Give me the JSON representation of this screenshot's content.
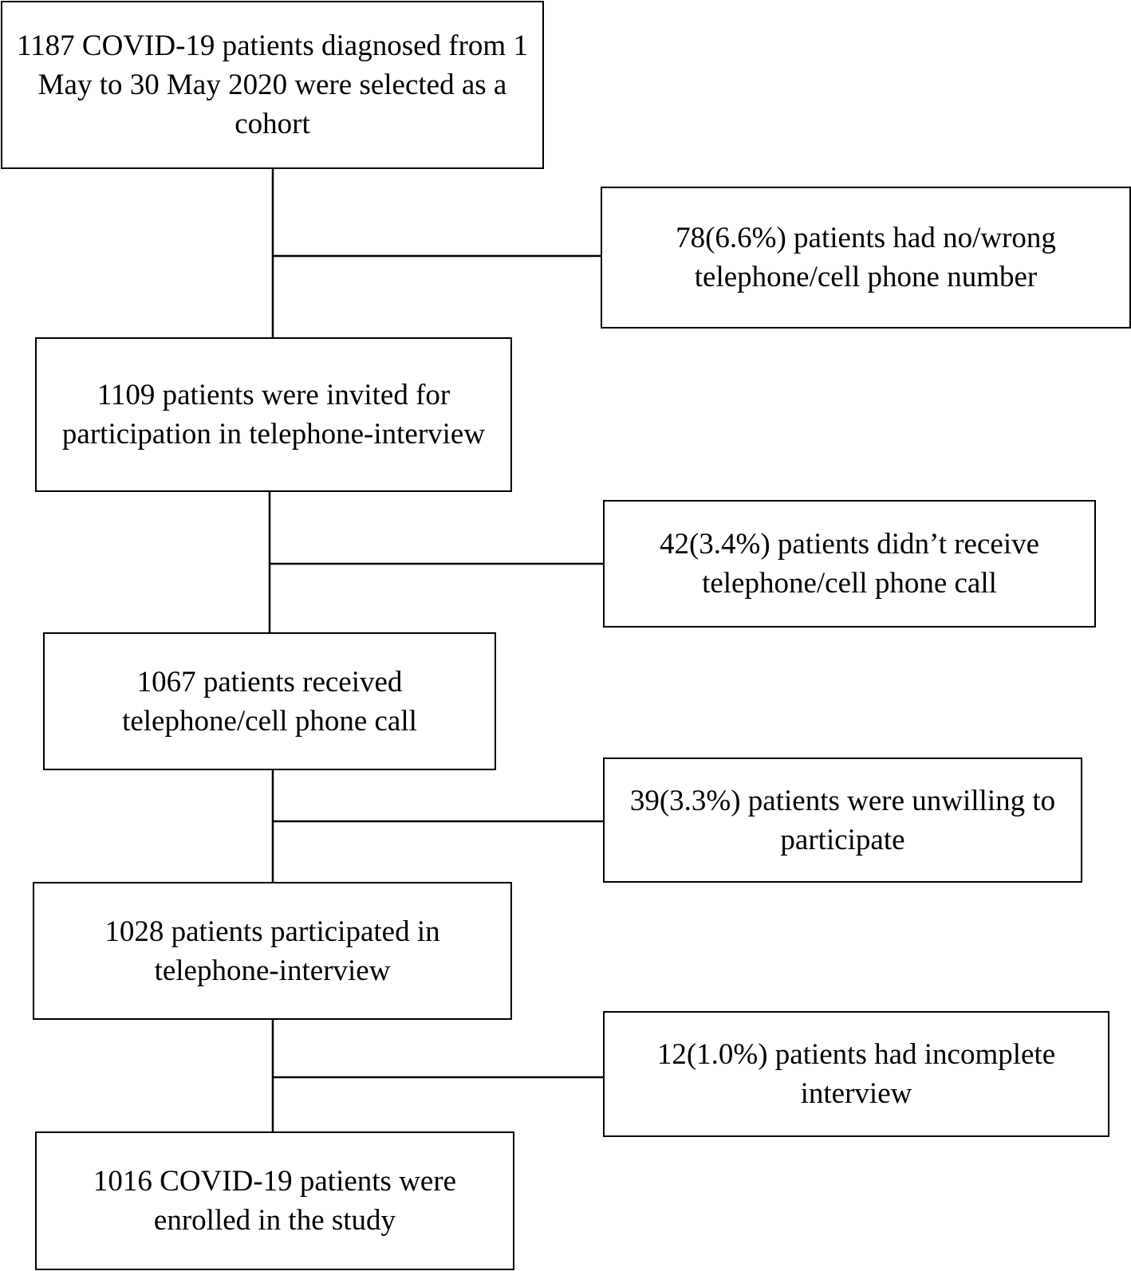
{
  "flowchart": {
    "main_steps": [
      {
        "text": "1187 COVID-19 patients diagnosed from 1 May to 30 May 2020 were selected as a cohort"
      },
      {
        "text": "1109 patients were invited for participation in telephone-interview"
      },
      {
        "text": "1067 patients received telephone/cell phone call"
      },
      {
        "text": "1028 patients participated in telephone-interview"
      },
      {
        "text": "1016 COVID-19 patients were enrolled in the study"
      }
    ],
    "exclusions": [
      {
        "text": "78(6.6%) patients had no/wrong telephone/cell phone number"
      },
      {
        "text": "42(3.4%) patients didn’t receive telephone/cell phone call"
      },
      {
        "text": "39(3.3%) patients were unwilling to participate"
      },
      {
        "text": "12(1.0%) patients had incomplete interview"
      }
    ]
  }
}
